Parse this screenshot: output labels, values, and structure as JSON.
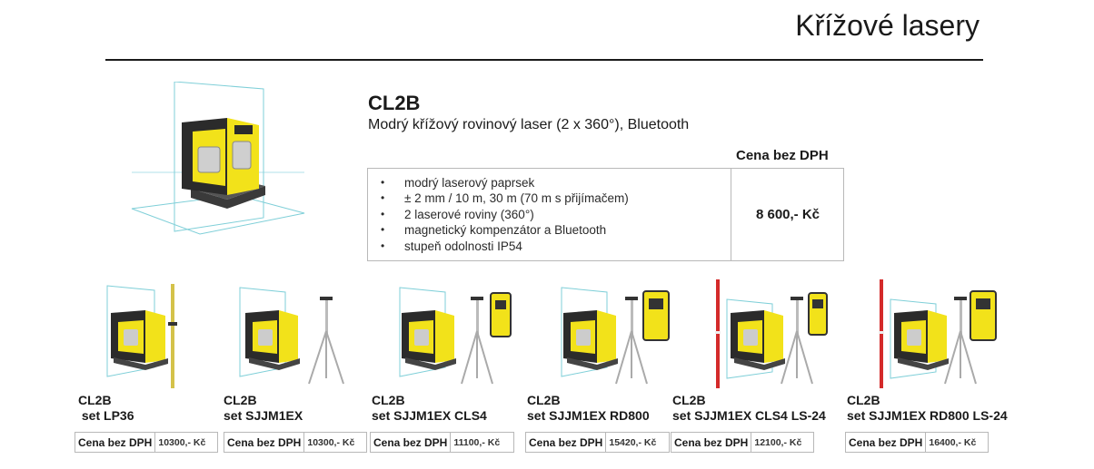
{
  "header": {
    "title": "Křížové lasery"
  },
  "product": {
    "name": "CL2B",
    "description": "Modrý křížový rovinový laser (2 x 360°), Bluetooth",
    "price_header": "Cena bez DPH",
    "price": "8 600,- Kč",
    "specs": [
      "modrý laserový paprsek",
      "± 2 mm / 10 m, 30 m (70 m s přijímačem)",
      "2 laserové roviny (360°)",
      "magnetický kompenzátor a Bluetooth",
      "stupeň odolnosti IP54"
    ]
  },
  "sets": [
    {
      "line1": "CL2B",
      "line2": " set LP36",
      "price_label": "Cena bez DPH",
      "price": "10300,- Kč"
    },
    {
      "line1": "CL2B",
      "line2": "set SJJM1EX",
      "price_label": "Cena bez DPH",
      "price": "10300,- Kč"
    },
    {
      "line1": "CL2B",
      "line2": "set SJJM1EX CLS4",
      "price_label": "Cena bez DPH",
      "price": "11100,- Kč"
    },
    {
      "line1": "CL2B",
      "line2": "set SJJM1EX RD800",
      "price_label": "Cena bez DPH",
      "price": "15420,- Kč"
    },
    {
      "line1": "CL2B",
      "line2": "set SJJM1EX CLS4 LS-24",
      "price_label": "Cena bez DPH",
      "price": "12100,- Kč"
    },
    {
      "line1": "CL2B",
      "line2": "set SJJM1EX RD800 LS-24",
      "price_label": "Cena bez DPH",
      "price": "16400,- Kč"
    }
  ],
  "colors": {
    "laser_yellow": "#f2e21a",
    "laser_body": "#2b2b2b",
    "laser_plane": "#7fcfd8",
    "rod_red": "#d42a2a"
  }
}
